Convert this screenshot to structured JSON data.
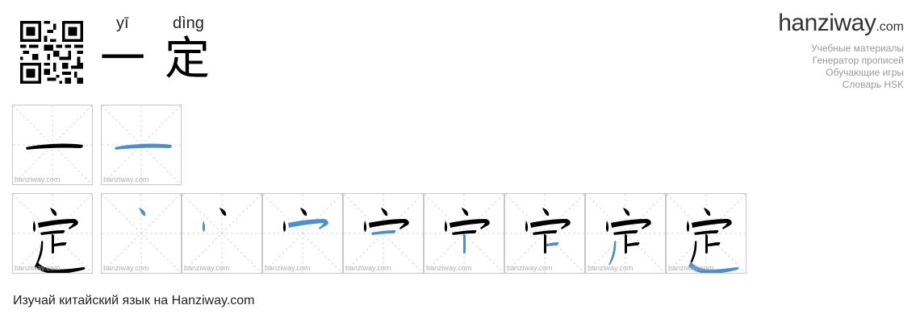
{
  "header": {
    "pinyin": [
      "yī",
      "dìng"
    ],
    "hanzi": [
      "一",
      "定"
    ]
  },
  "logo": {
    "main": "hanziway",
    "domain": ".com"
  },
  "menu": [
    "Учебные материалы",
    "Генератор прописей",
    "Обучающие игры",
    "Словарь HSK"
  ],
  "watermark": "hanziway.com",
  "stroke_rows": [
    {
      "character": "一",
      "stroke_count": 1
    },
    {
      "character": "定",
      "stroke_count": 8
    }
  ],
  "footer": "Изучай китайский язык на Hanziway.com",
  "colors": {
    "highlight": "#4a8fd6",
    "ink": "#000000",
    "grid": "#d8d8d8",
    "muted": "#9a9a9a"
  }
}
